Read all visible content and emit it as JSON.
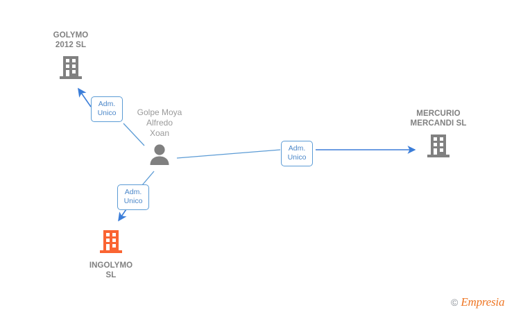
{
  "diagram": {
    "background_color": "#ffffff",
    "accent_blue": "#5b9bd5",
    "node_gray": "#808080",
    "highlight_orange": "#fa6432",
    "nodes": [
      {
        "id": "golymo",
        "label": "GOLYMO\n2012 SL",
        "icon": "building-icon",
        "color": "#808080",
        "type": "company"
      },
      {
        "id": "person",
        "label": "Golpe Moya\nAlfredo\nXoan",
        "icon": "person-icon",
        "color": "#808080",
        "type": "person"
      },
      {
        "id": "mercurio",
        "label": "MERCURIO\nMERCANDI SL",
        "icon": "building-icon",
        "color": "#808080",
        "type": "company"
      },
      {
        "id": "ingolymo",
        "label": "INGOLYMO\nSL",
        "icon": "building-icon",
        "color": "#fa6432",
        "type": "company"
      }
    ],
    "edges": [
      {
        "id": "edge-golymo",
        "from": "person",
        "to": "golymo",
        "label": "Adm.\nUnico"
      },
      {
        "id": "edge-mercurio",
        "from": "person",
        "to": "mercurio",
        "label": "Adm.\nUnico"
      },
      {
        "id": "edge-ingolymo",
        "from": "person",
        "to": "ingolymo",
        "label": "Adm.\nUnico"
      }
    ]
  },
  "watermark": {
    "copyright": "©",
    "brand": "Empresia"
  }
}
